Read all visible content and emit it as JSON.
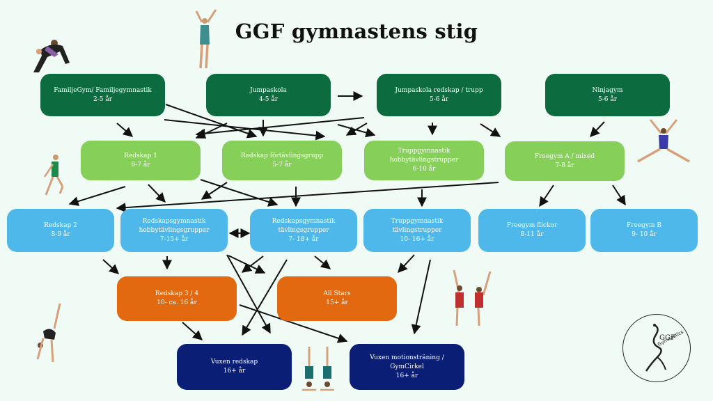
{
  "title": "GGF gymnastens stig",
  "logo": {
    "text": "GGF",
    "subtext": "Gymnastics"
  },
  "nodes": {
    "familjegym": {
      "name": "FamiljeGym/ Familjegymnastik",
      "age": "2-5 år"
    },
    "jumpaskola": {
      "name": "Jumpaskola",
      "age": "4-5 år"
    },
    "jumpaskola_redskap": {
      "name": "Jumpaskola redskap / trupp",
      "age": "5-6 år"
    },
    "ninjagym": {
      "name": "Ninjagym",
      "age": "5-6 år"
    },
    "redskap1": {
      "name": "Redskap 1",
      "age": "6-7 år"
    },
    "redskap_fortavling": {
      "name": "Redskap förtävlingsgrupp",
      "age": "5-7 år"
    },
    "truppgymnastik_hobby": {
      "name": "Truppgymnastik hobbytävlingstrupper",
      "age": "6-10 år"
    },
    "freegym_a": {
      "name": "Freegym A / mixed",
      "age": "7-8 år"
    },
    "redskap2": {
      "name": "Redskap 2",
      "age": "8-9 år"
    },
    "redskapsgymnastik_hobby": {
      "name": "Redskapsgymnastik hobbytävlingsgrupper",
      "age": "7-15+ år"
    },
    "redskapsgymnastik_tavling": {
      "name": "Redskapsgymnastik tävlingsgrupper",
      "age": "7- 18+ år"
    },
    "truppgymnastik_tavling": {
      "name": "Truppgymnastik tävlingstrupper",
      "age": "10- 16+ år"
    },
    "freegym_flickor": {
      "name": "Freegym flickor",
      "age": "8-11 år"
    },
    "freegym_b": {
      "name": "Freegym B",
      "age": "9- 10 år"
    },
    "redskap34": {
      "name": "Redskap 3 / 4",
      "age": "10- ca. 16 år"
    },
    "all_stars": {
      "name": "All Stars",
      "age": "15+ år"
    },
    "vuxen_redskap": {
      "name": "Vuxen redskap",
      "age": "16+ år"
    },
    "vuxen_motion": {
      "name": "Vuxen motionsträning / GymCirkel",
      "age": "16+ år"
    }
  },
  "colors": {
    "background": "#f1fbf6",
    "level1": "#0c6b3f",
    "level2": "#86d05a",
    "level3": "#4db8e9",
    "level4": "#e2690f",
    "level5": "#0a1e76"
  }
}
